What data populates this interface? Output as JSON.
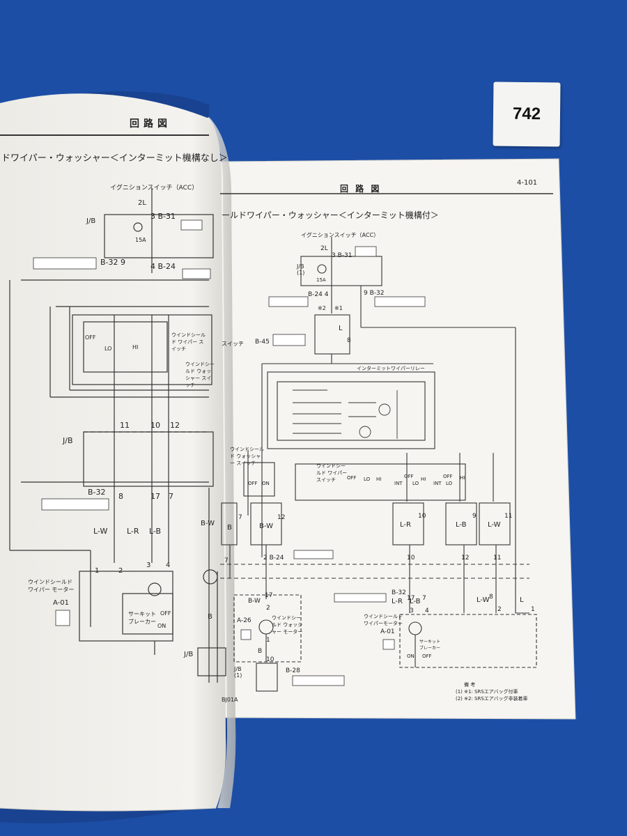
{
  "sticker_number": "742",
  "left_page": {
    "header": "回路図",
    "title": "ドワイパー・ウォッシャー＜インターミット機構なし＞",
    "ignition": "イグニションスイッチ（ACC）",
    "wire_2l": "2L",
    "jb": "J/B",
    "fuse": "15A",
    "conn_b31": "3  B-31",
    "conn_b32_top": "B-32 9",
    "conn_b24": "4  B-24",
    "switch_name": "ウインドシールド ワイパー スイッチ",
    "switch_off_lo": "OFF",
    "switch_hi": "HI",
    "switch_lo": "LO",
    "washer_switch": "ウインドシールド ウォッシャー スイッチ",
    "switch_label": "スイッチ",
    "pins_top": [
      "11",
      "10",
      "12"
    ],
    "jb2": "J/B",
    "conn_b32_bottom": "B-32",
    "pins_bottom": [
      "8",
      "17",
      "7"
    ],
    "wires": [
      "L-W",
      "L-R",
      "L-B",
      "B-W"
    ],
    "motor_pins": [
      "1",
      "2",
      "3",
      "4"
    ],
    "motor_name": "ウインドシールド ワイパー モーター",
    "motor_conn": "A-01",
    "breaker": "サーキット ブレーカー",
    "breaker_off": "OFF",
    "breaker_on": "ON",
    "wire_b": "B",
    "jb3": "J/B"
  },
  "right_page": {
    "header": "回 路 図",
    "page_number": "4-101",
    "title": "ールドワイパー・ウォッシャー＜インターミット機構付＞",
    "ignition": "イグニションスイッチ（ACC）",
    "wire_2l": "2L",
    "conn_b31": "3  B-31",
    "jb": "J/B (1)",
    "fuse": "15A",
    "conn_b32_top": "9  B-32",
    "conn_b24": "B-24  4",
    "mark_2": "※2",
    "mark_1": "※1",
    "wire_l": "L",
    "pin_8": "8",
    "conn_b45": "B-45",
    "relay": "インターミットワイパーリレー",
    "washer_switch": "ウインドシールド ウォッシャー スイッチ",
    "washer_off": "OFF",
    "washer_on": "ON",
    "wiper_switch": "ウインドシールド ワイパー スイッチ",
    "sw_positions": [
      "OFF",
      "LO",
      "HI",
      "INT",
      "OFF",
      "LO",
      "HI",
      "INT",
      "OFF",
      "LO",
      "HI"
    ],
    "wires_mid": [
      "B",
      "B-W",
      "L-R",
      "L-B",
      "L-W"
    ],
    "pins_mid": [
      "7",
      "12",
      "10",
      "9",
      "11"
    ],
    "conn_b24_b": "2  B-24",
    "pins_lower": [
      "7",
      "2",
      "10",
      "12",
      "11"
    ],
    "conn_b32": "B-32",
    "pins_b32": [
      "17",
      "7",
      "8"
    ],
    "wires_lower": [
      "L-R",
      "L-B",
      "L-W",
      "L"
    ],
    "motor_pins": [
      "3",
      "4",
      "2",
      "1"
    ],
    "washer_motor": "ウインドシールド ウォッシャー モーター",
    "washer_conn": "A-26",
    "washer_wire": "B-W",
    "washer_pin_top": "17",
    "washer_pin_mid": "2",
    "washer_pin_bottom": "1",
    "wiper_motor": "ウインドシールド ワイパーモーター",
    "wiper_conn": "A-01",
    "breaker": "サーキット ブレーカー",
    "breaker_on": "ON",
    "breaker_off": "OFF",
    "wire_b": "B",
    "pin_10": "10",
    "jb2": "J/B (1)",
    "conn_b28": "B-28",
    "code": "BJ01A",
    "notes_title": "備 考",
    "note1": "(1) ※1: SRSエアバッグ付車",
    "note2": "(2) ※2: SRSエアバッグ非装着車"
  }
}
